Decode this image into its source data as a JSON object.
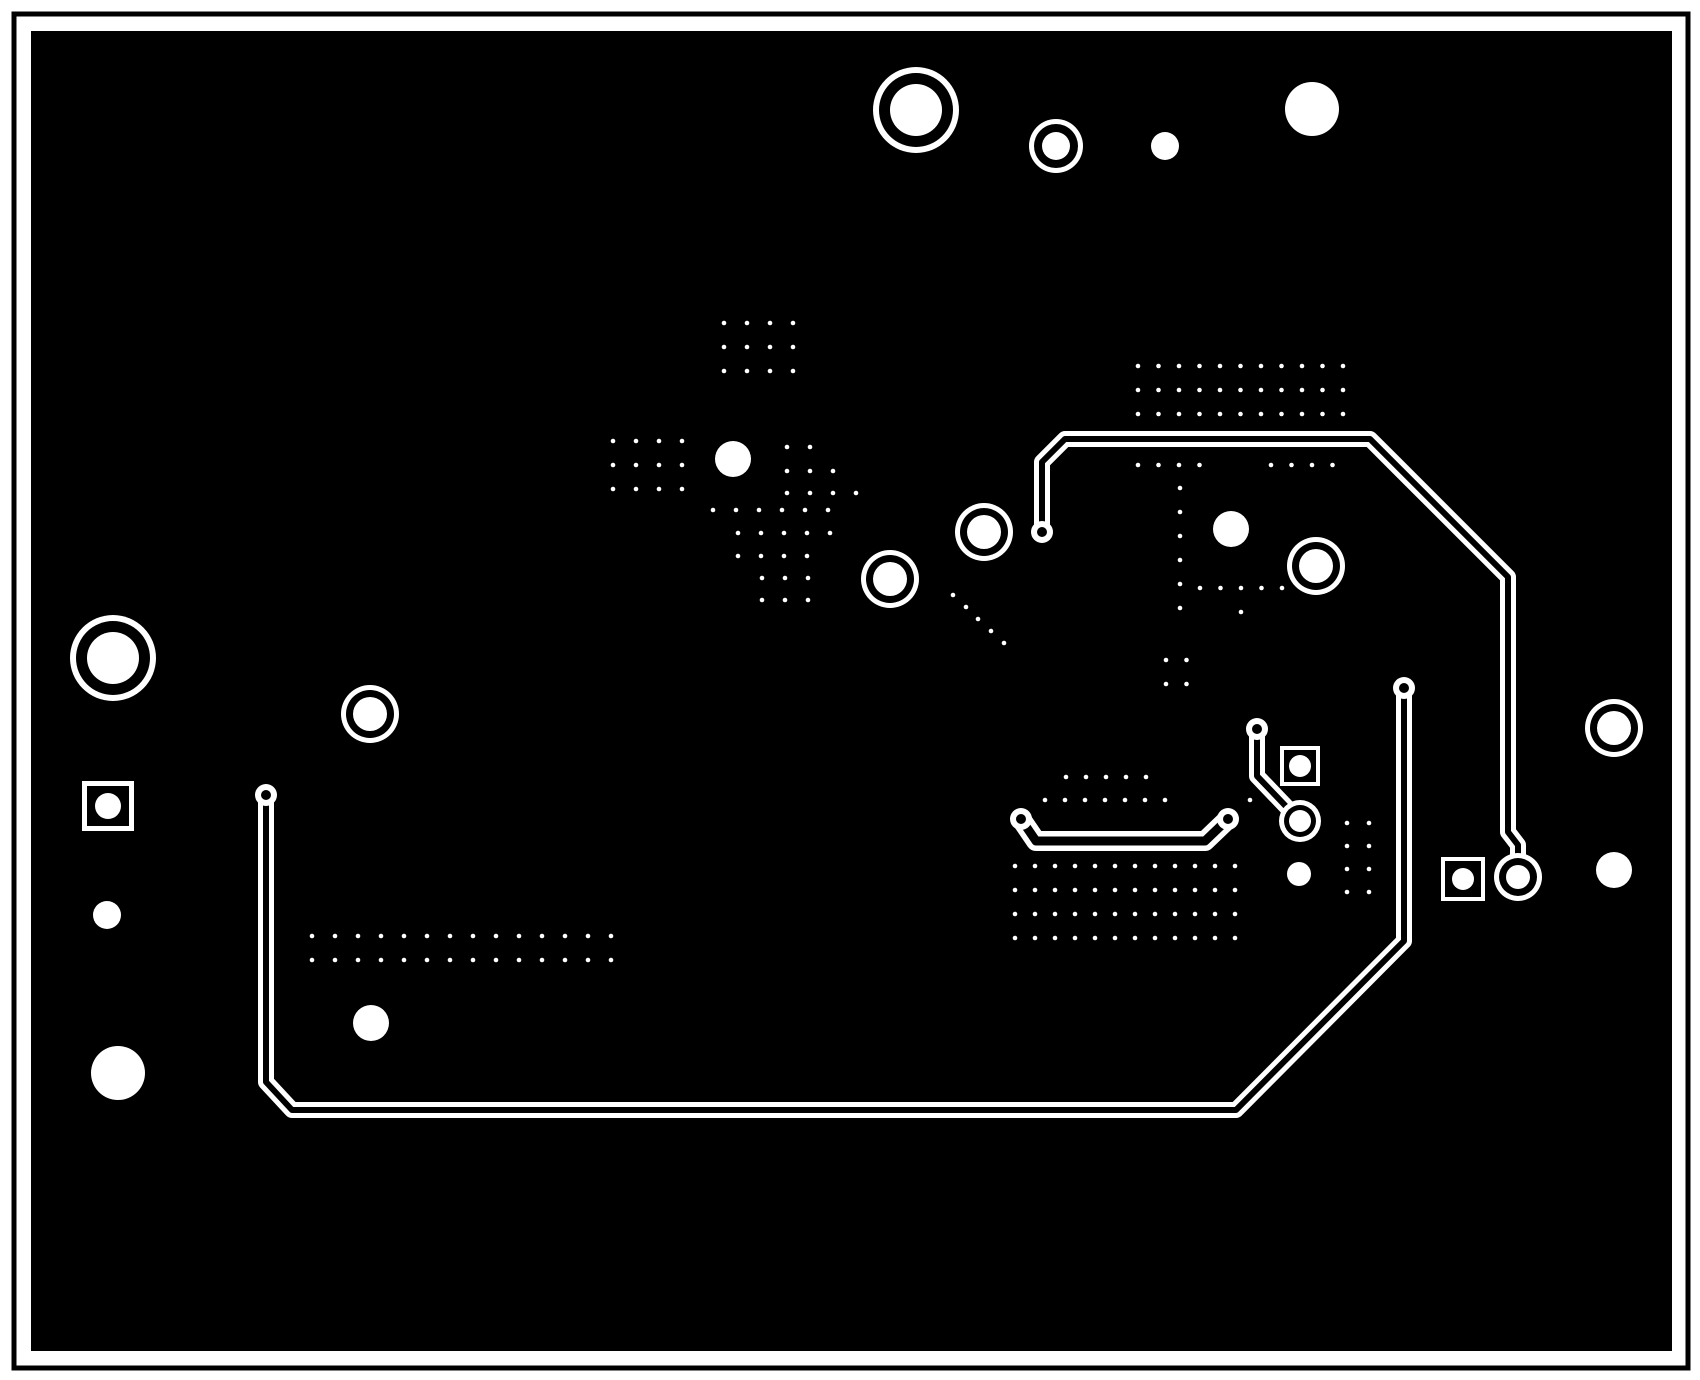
{
  "layer": {
    "copper_color": "#000000",
    "clearance_color": "#ffffff",
    "outline_color": "#000000"
  },
  "features": [
    {
      "kind": "board-outline",
      "name": "board-outline"
    },
    {
      "kind": "copper-pour",
      "name": "ground-pour"
    },
    {
      "kind": "mounting-hole",
      "name": "mounting-hole-top-center"
    },
    {
      "kind": "mounting-hole",
      "name": "mounting-hole-left"
    },
    {
      "kind": "plated-hole-ring",
      "name": "plated-ring-group"
    },
    {
      "kind": "unplated-hole",
      "name": "unplated-hole-group"
    },
    {
      "kind": "square-pad",
      "name": "square-pad-group"
    },
    {
      "kind": "thermal-via-array",
      "name": "thermal-via-field"
    },
    {
      "kind": "trace-clearance",
      "name": "trace-left-loop"
    },
    {
      "kind": "trace-clearance",
      "name": "trace-right-loop"
    },
    {
      "kind": "trace-clearance",
      "name": "trace-center-short"
    }
  ]
}
